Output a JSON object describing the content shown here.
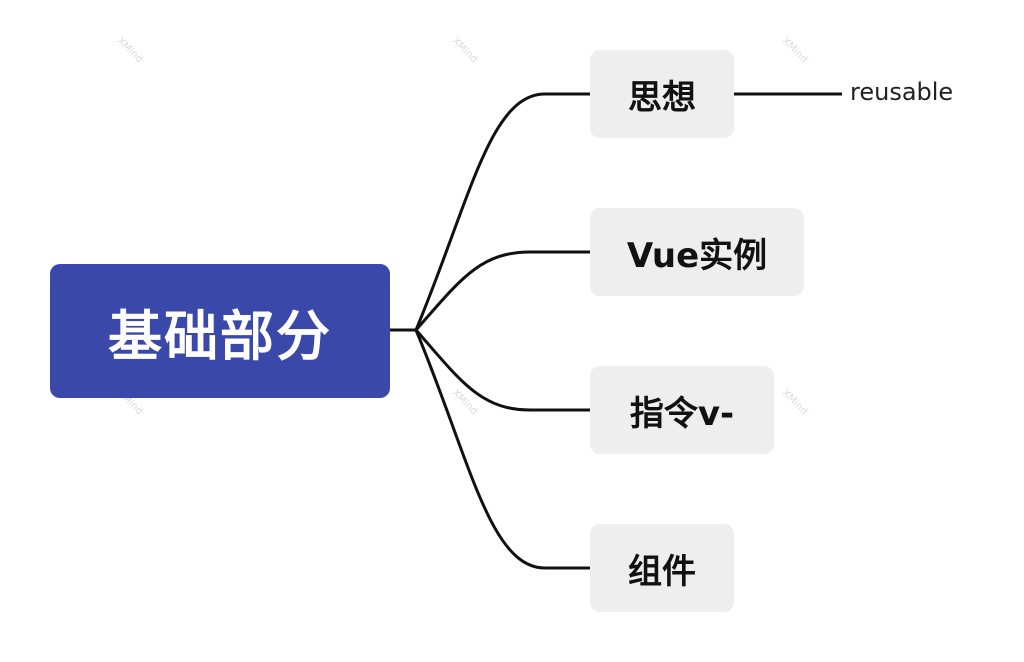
{
  "watermark": {
    "text": "XMind"
  },
  "mindmap": {
    "root": {
      "label": "基础部分",
      "color": "#3a48aa"
    },
    "branches": [
      {
        "label": "思想",
        "children": [
          "reusable"
        ]
      },
      {
        "label": "Vue实例",
        "children": []
      },
      {
        "label": "指令v-",
        "children": []
      },
      {
        "label": "组件",
        "children": []
      }
    ]
  }
}
